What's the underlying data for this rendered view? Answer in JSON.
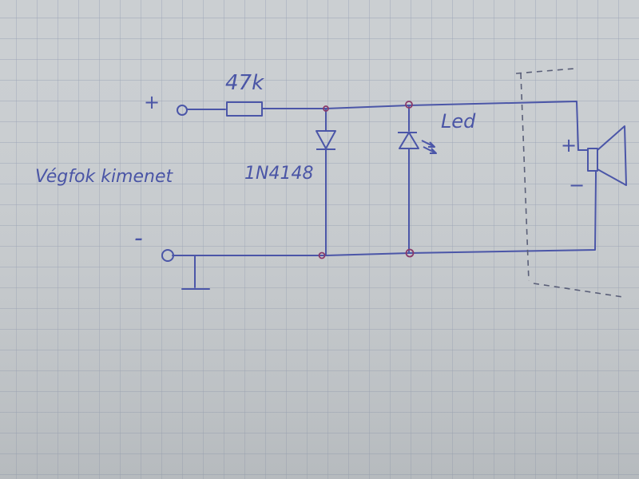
{
  "labels": {
    "resistor_value": "47k",
    "diode_name": "1N4148",
    "led_name": "Led",
    "input_label": "Végfok kimenet",
    "input_plus": "+",
    "input_minus": "-",
    "speaker_plus": "+",
    "speaker_minus": "−"
  },
  "colors": {
    "ink": "#4b56a8",
    "paper": "#c9cdd0",
    "grid": "#9aa3b6",
    "node": "#8a3a6a"
  }
}
